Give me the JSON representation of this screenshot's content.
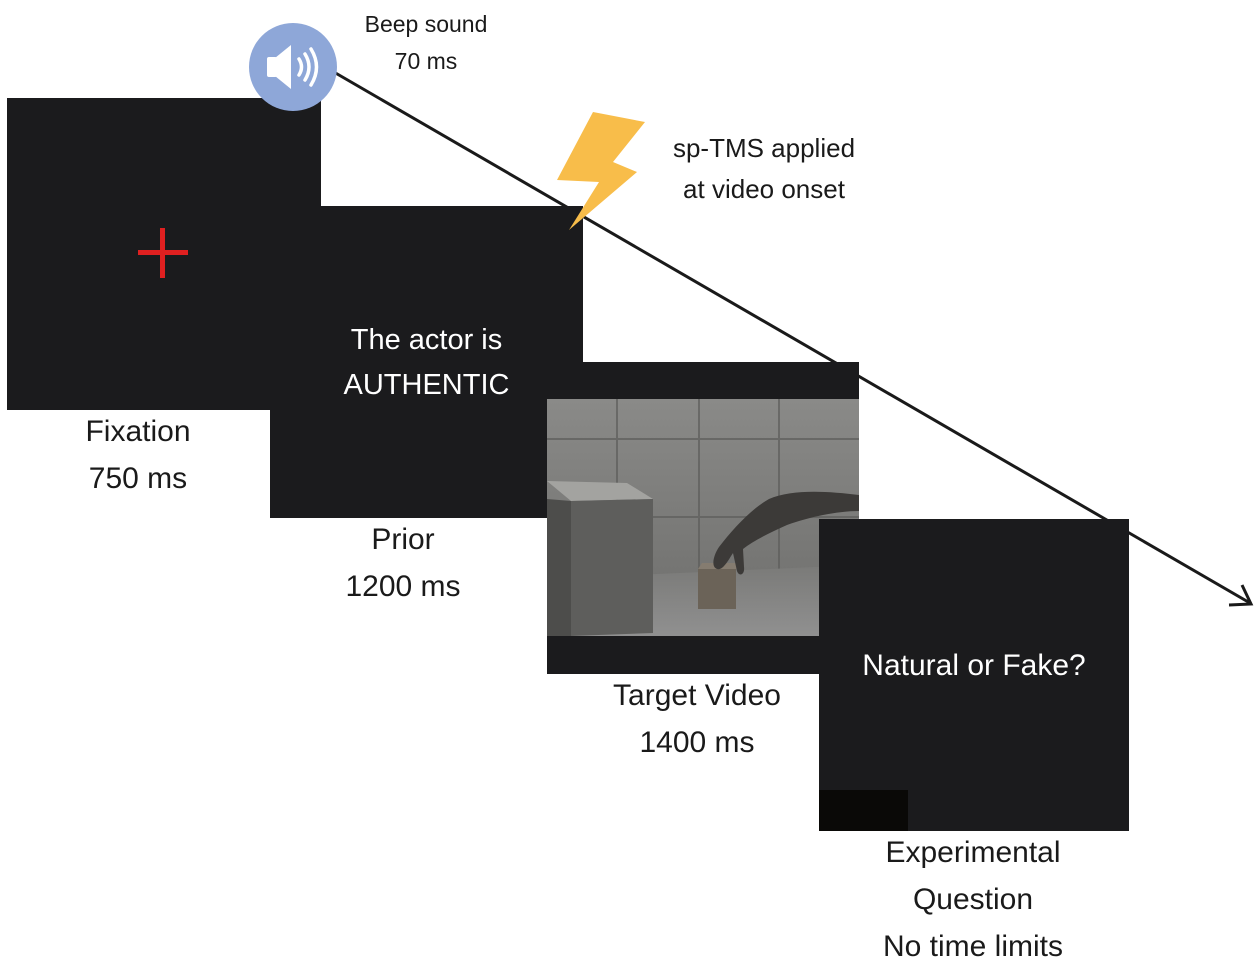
{
  "annotations": {
    "beep": {
      "lines": [
        "Beep sound",
        "70 ms"
      ],
      "icon": "speaker-icon"
    },
    "tms": {
      "lines": [
        "sp-TMS applied",
        "at video onset"
      ],
      "icon": "lightning-icon"
    }
  },
  "screens": {
    "fixation": {
      "caption": [
        "Fixation",
        "750 ms"
      ],
      "symbol": "+"
    },
    "prior": {
      "text": [
        "The actor is",
        "AUTHENTIC"
      ],
      "caption": [
        "Prior",
        "1200 ms"
      ]
    },
    "video": {
      "caption": [
        "Target Video",
        "1400 ms"
      ]
    },
    "question": {
      "text": "Natural or Fake?",
      "caption": [
        "Experimental",
        "Question",
        "No time limits"
      ]
    }
  },
  "colors": {
    "screen": "#1b1b1d",
    "fixation_cross": "#e02020",
    "speaker_circle": "#8ea7d8",
    "lightning": "#f8bd4a",
    "timeline": "#1a1a1a"
  }
}
